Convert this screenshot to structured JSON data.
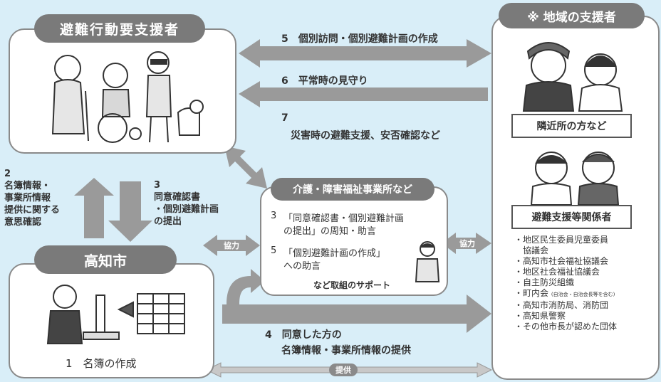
{
  "left_top": {
    "title": "避難行動要支援者"
  },
  "left_bottom": {
    "title": "高知市",
    "caption": "1　名簿の作成"
  },
  "right": {
    "title": "※ 地域の支援者",
    "caption_1": "隣近所の方など",
    "caption_2": "避難支援等関係者",
    "list": [
      "・地区民生委員児童委員",
      "　協議会",
      "・高知市社会福祉協議会",
      "・地区社会福祉協議会",
      "・自主防災組織",
      "・町内会",
      "・高知市消防局、消防団",
      "・高知県警察",
      "・その他市長が認めた団体"
    ],
    "list_small_note": "(自治会・自治会長等を含む)"
  },
  "center": {
    "title": "介護・障害福祉事業所など",
    "item3_num": "3",
    "item3_lines": [
      "「同意確認書・個別避難計画",
      "の提出」の周知・助言"
    ],
    "item5_num": "5",
    "item5_lines": [
      "「個別避難計画の作成」",
      "への助言"
    ],
    "footer": "など取組のサポート"
  },
  "arrows": {
    "a5": "5　個別訪問・個別避難計画の作成",
    "a6": "6　平常時の見守り",
    "a7_num": "7",
    "a7": "災害時の避難支援、安否確認など",
    "a4_line1": "4　同意した方の",
    "a4_line2": "名簿情報・事業所情報の提供",
    "left_up": [
      "2",
      "名簿情報・",
      "事業所情報",
      "提供に関する",
      "意思確認"
    ],
    "down": [
      "3",
      "同意確認書",
      "・個別避難計画",
      "の提出"
    ],
    "kyoryoku_left": "協力",
    "kyoryoku_right": "協力",
    "teikyo": "提供"
  },
  "colors": {
    "background": "#d9eef8",
    "arrow": "#9a9a9a",
    "pill": "#7a7a7a",
    "box_border": "#8a8a8a"
  }
}
